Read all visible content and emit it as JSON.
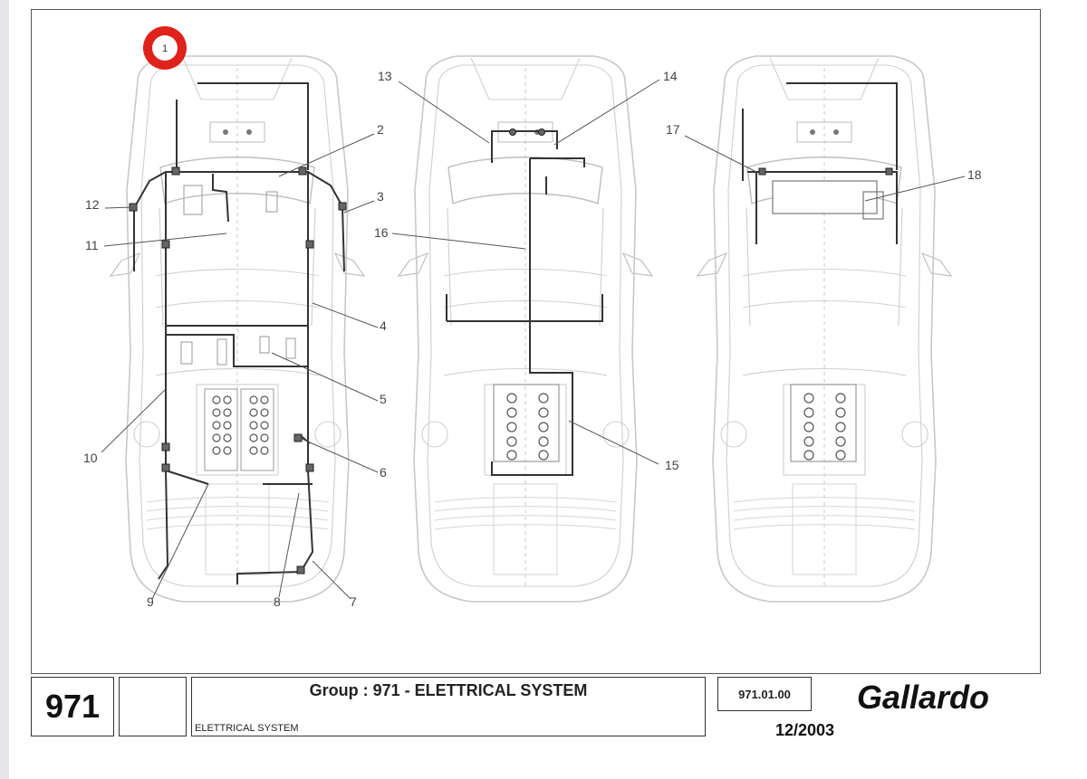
{
  "diagram": {
    "highlight_badge": "1",
    "callouts": {
      "c2": "2",
      "c3": "3",
      "c4": "4",
      "c5": "5",
      "c6": "6",
      "c7": "7",
      "c8": "8",
      "c9": "9",
      "c10": "10",
      "c11": "11",
      "c12": "12",
      "c13": "13",
      "c14": "14",
      "c15": "15",
      "c16": "16",
      "c17": "17",
      "c18": "18"
    },
    "colors": {
      "car_outline": "#c8c8c8",
      "wiring": "#333333",
      "badge": "#e0221c",
      "leader": "#555555"
    }
  },
  "footer": {
    "group_number": "971",
    "group_title": "Group : 971 - ELETTRICAL SYSTEM",
    "subtitle": "ELETTRICAL SYSTEM",
    "page_code": "971.01.00",
    "brand": "Gallardo",
    "date": "12/2003"
  }
}
